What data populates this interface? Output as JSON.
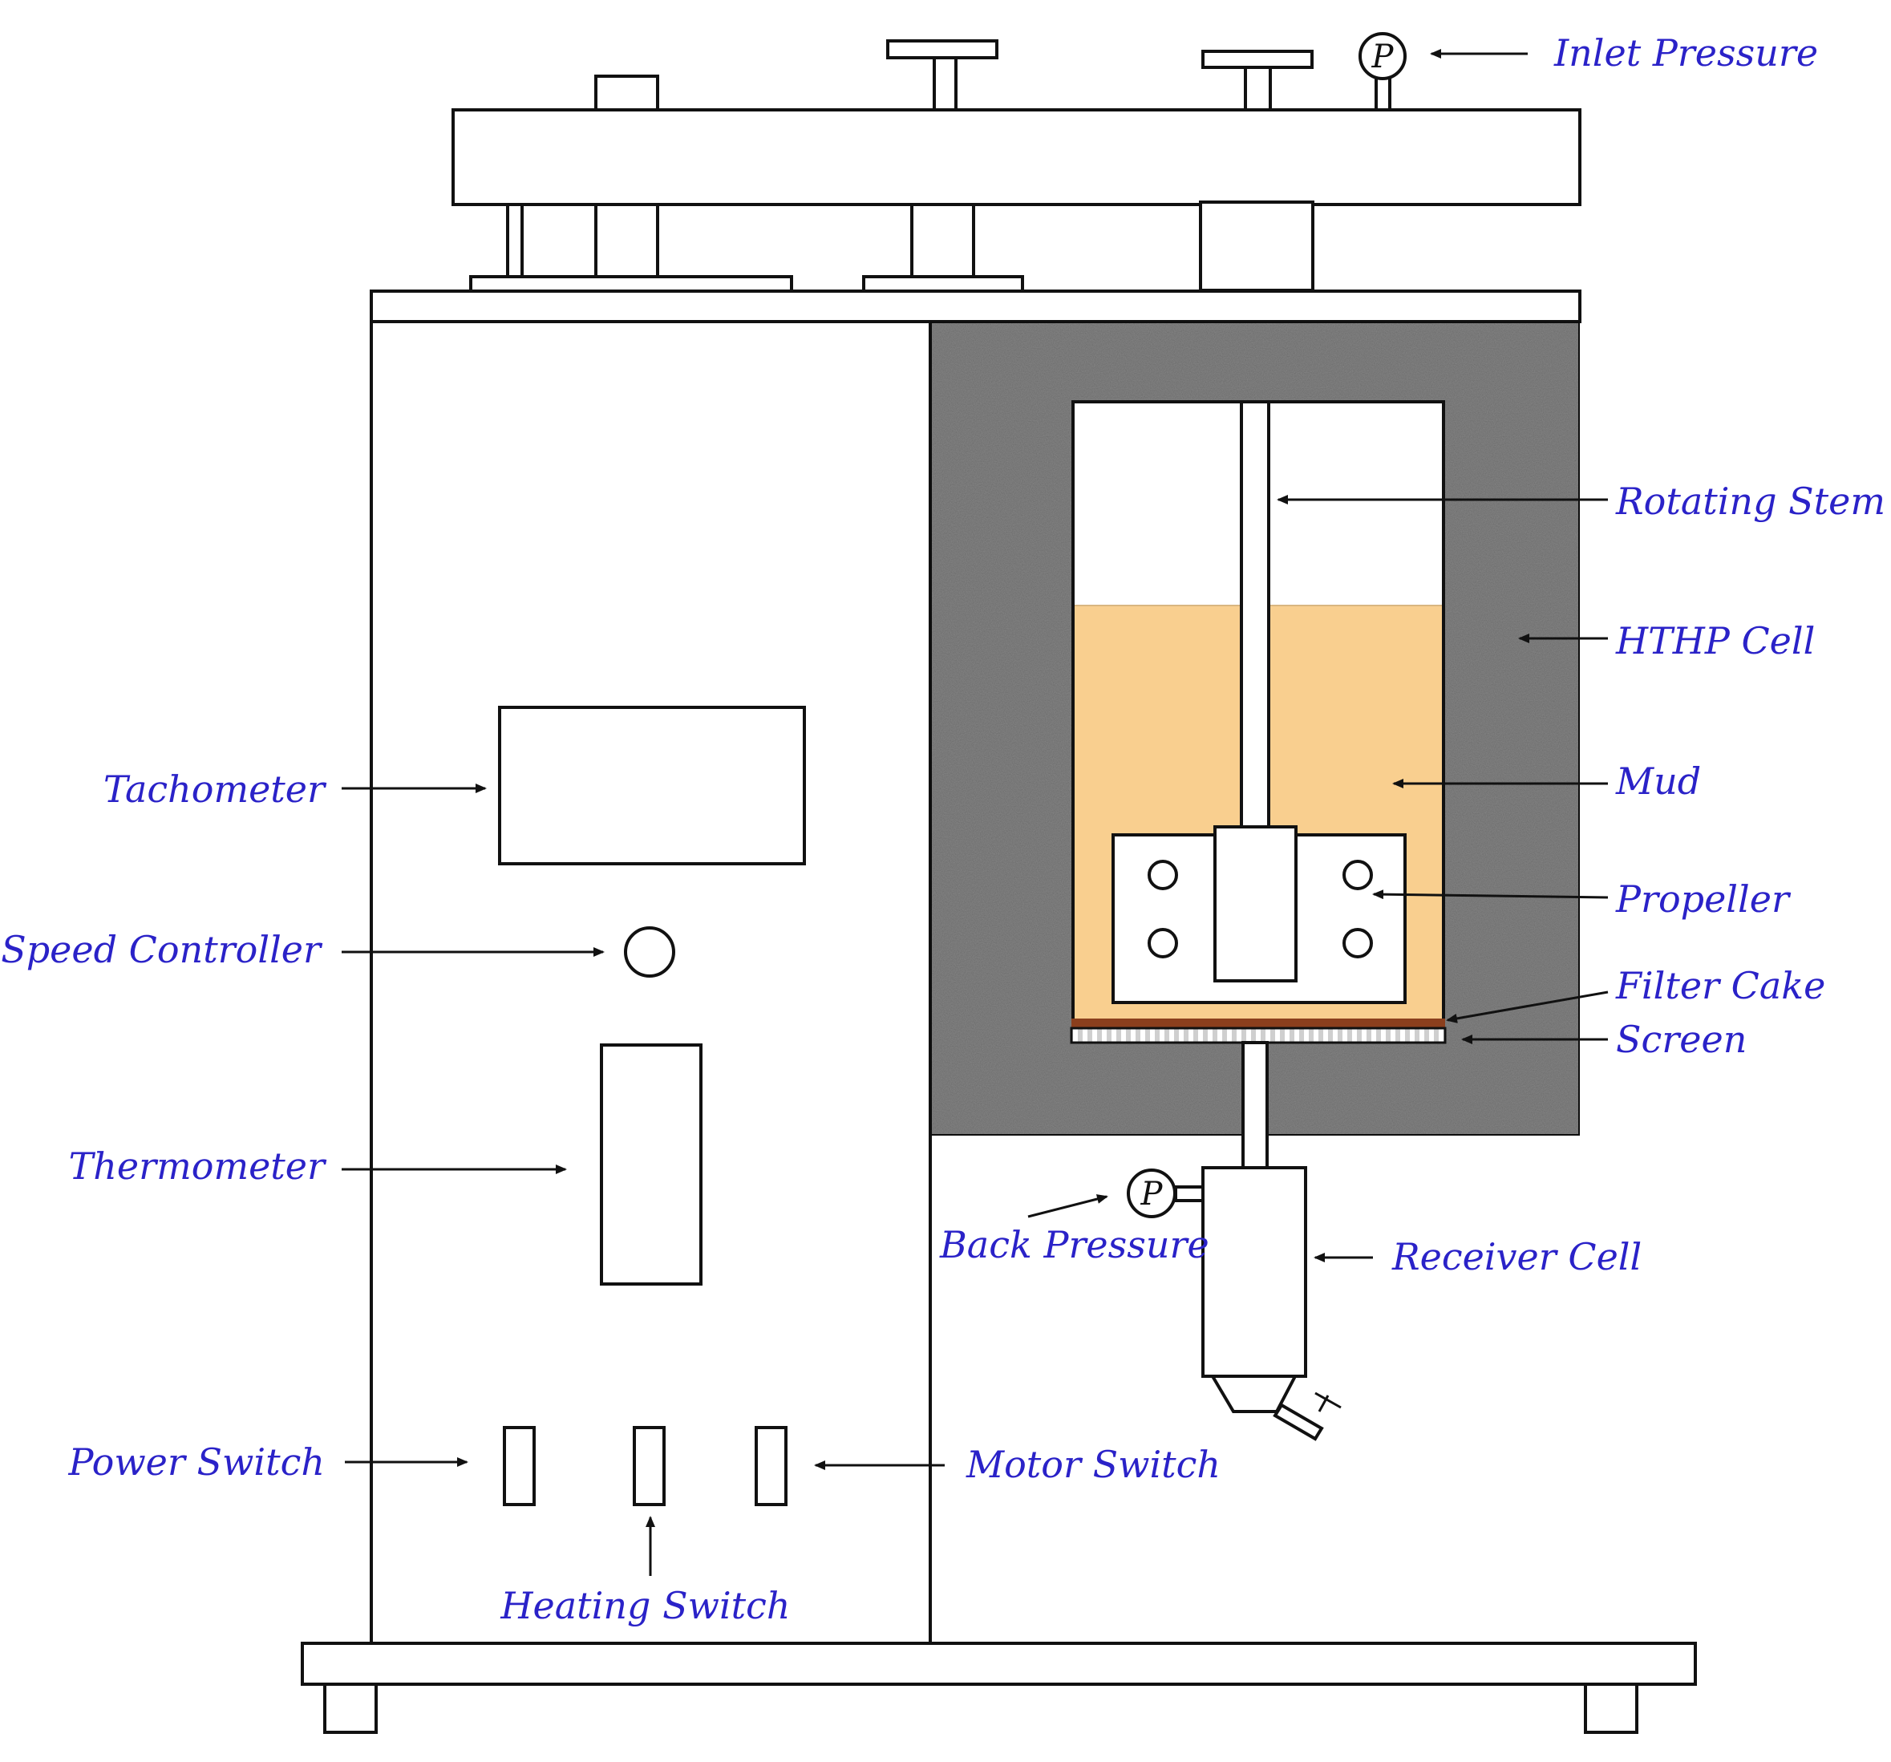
{
  "colors": {
    "label": "#2a22c8",
    "outline": "#111111",
    "mud": "#f9cf8f",
    "housing": "#8c8c8c",
    "filter_cake": "#8b3f1d",
    "background": "#ffffff"
  },
  "icons": {
    "gauge_letter": "P"
  },
  "labels": {
    "inlet_pressure": "Inlet Pressure",
    "rotating_stem": "Rotating Stem",
    "hthp_cell": "HTHP Cell",
    "mud": "Mud",
    "propeller": "Propeller",
    "filter_cake": "Filter Cake",
    "screen": "Screen",
    "tachometer": "Tachometer",
    "speed_controller": "Speed Controller",
    "thermometer": "Thermometer",
    "back_pressure": "Back Pressure",
    "receiver_cell": "Receiver Cell",
    "power_switch": "Power Switch",
    "motor_switch": "Motor Switch",
    "heating_switch": "Heating Switch"
  }
}
